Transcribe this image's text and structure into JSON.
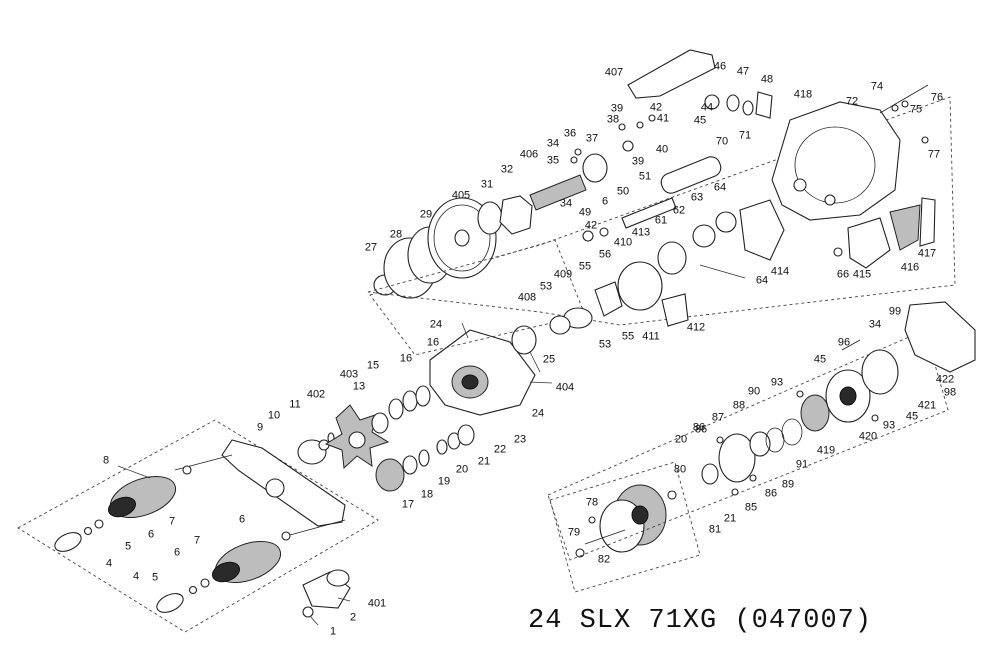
{
  "title": "24 SLX 71XG (047007)",
  "callouts": [
    "1",
    "2",
    "4",
    "5",
    "6",
    "7",
    "5",
    "4",
    "6",
    "7",
    "6",
    "8",
    "9",
    "10",
    "11",
    "401",
    "402",
    "17",
    "18",
    "19",
    "20",
    "21",
    "22",
    "23",
    "403",
    "13",
    "15",
    "16",
    "16",
    "24",
    "25",
    "404",
    "24",
    "27",
    "28",
    "29",
    "405",
    "31",
    "32",
    "406",
    "34",
    "35",
    "36",
    "37",
    "38",
    "39",
    "39",
    "40",
    "41",
    "42",
    "34",
    "49",
    "6",
    "50",
    "51",
    "42",
    "407",
    "46",
    "47",
    "48",
    "44",
    "45",
    "70",
    "71",
    "64",
    "63",
    "62",
    "61",
    "413",
    "410",
    "414",
    "64",
    "408",
    "409",
    "53",
    "55",
    "56",
    "53",
    "55",
    "411",
    "412",
    "418",
    "72",
    "74",
    "76",
    "75",
    "77",
    "66",
    "415",
    "416",
    "417",
    "34",
    "99",
    "96",
    "45",
    "422",
    "98",
    "421",
    "45",
    "93",
    "420",
    "93",
    "90",
    "88",
    "87",
    "86",
    "20",
    "89",
    "91",
    "419",
    "86",
    "86",
    "85",
    "21",
    "81",
    "80",
    "78",
    "79",
    "82"
  ]
}
